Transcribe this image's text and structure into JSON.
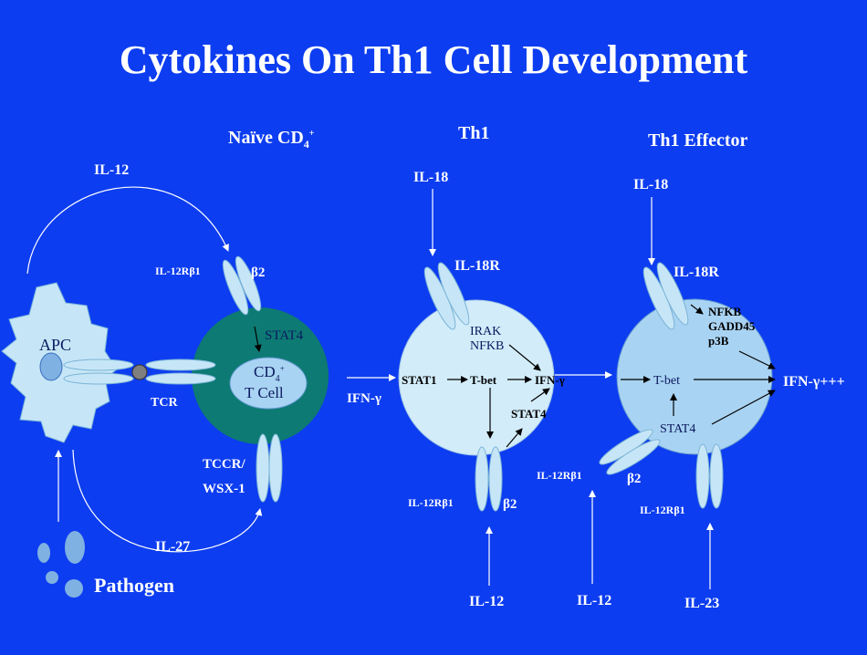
{
  "title": "Cytokines On Th1 Cell Development",
  "headings": {
    "naive_main": "Naïve CD",
    "naive_sub": "4",
    "naive_sup": "+",
    "th1": "Th1",
    "effector": "Th1 Effector"
  },
  "naive": {
    "il12": "IL-12",
    "il12rb1": "IL-12Rβ1",
    "b2": "β2",
    "stat4": "STAT4",
    "cd4_main": "CD",
    "cd4_sub": "4",
    "cd4_sup": "+",
    "tcell": "T Cell",
    "apc": "APC",
    "tcr": "TCR",
    "tccr": "TCCR/",
    "wsx": "WSX-1",
    "il27": "IL-27",
    "pathogen": "Pathogen",
    "ifng_out": "IFN-γ"
  },
  "th1": {
    "il18": "IL-18",
    "il18r": "IL-18R",
    "irak": "IRAK",
    "nfkb": "NFKB",
    "stat1": "STAT1",
    "tbet": "T-bet",
    "ifng": "IFN-γ",
    "stat4": "STAT4",
    "il12rb1": "IL-12Rβ1",
    "b2": "β2",
    "il12": "IL-12"
  },
  "effector": {
    "il18": "IL-18",
    "il18r": "IL-18R",
    "nfkb": "NFKB",
    "gadd45": "GADD45",
    "p38": "p3B",
    "tbet": "T-bet",
    "stat4": "STAT4",
    "ifng": "IFN-γ+++",
    "il12rb1_left": "IL-12Rβ1",
    "b2": "β2",
    "il12rb1_bottom": "IL-12Rβ1",
    "il12": "IL-12",
    "il23": "IL-23"
  }
}
